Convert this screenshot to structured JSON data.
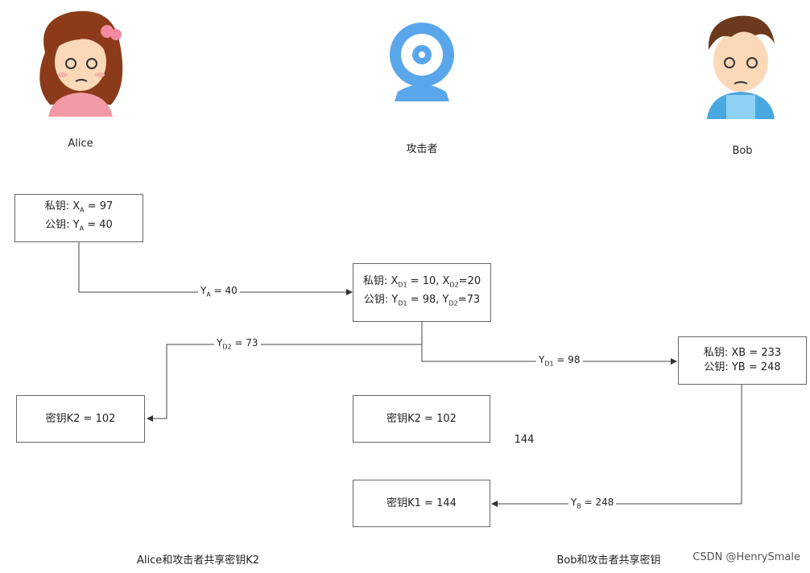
{
  "actors": {
    "alice": "Alice",
    "attacker": "攻击者",
    "bob": "Bob"
  },
  "alice_box": {
    "line1_prefix": "私钥: X",
    "line1_sub": "A",
    "line1_suffix": " = 97",
    "line2_prefix": "公钥: Y",
    "line2_sub": "A",
    "line2_suffix": " = 40"
  },
  "attacker_box": {
    "line1_a": "私钥: X",
    "line1_sub1": "D1",
    "line1_b": " = 10, X",
    "line1_sub2": "D2",
    "line1_c": "=20",
    "line2_a": "公钥: Y",
    "line2_sub1": "D1",
    "line2_b": " = 98, Y",
    "line2_sub2": "D2",
    "line2_c": "=73"
  },
  "bob_box": {
    "line1": "私钥: XB = 233",
    "line2": "公钥: YB = 248"
  },
  "edges": {
    "ya": {
      "prefix": "Y",
      "sub": "A",
      "suffix": " = 40"
    },
    "yd2": {
      "prefix": "Y",
      "sub": "D2",
      "suffix": " = 73"
    },
    "yd1": {
      "prefix": "Y",
      "sub": "D1",
      "suffix": " = 98"
    },
    "yb": {
      "prefix": "Y",
      "sub": "B",
      "suffix": " = 248"
    }
  },
  "key_boxes": {
    "alice_k2": "密钥K2 = 102",
    "attacker_k2": "密钥K2 = 102",
    "attacker_k1": "密钥K1 = 144"
  },
  "floating_value": "144",
  "captions": {
    "alice_shared": "Alice和攻击者共享密钥K2",
    "bob_shared": "Bob和攻击者共享密钥"
  },
  "watermark": "CSDN @HenrySmale"
}
